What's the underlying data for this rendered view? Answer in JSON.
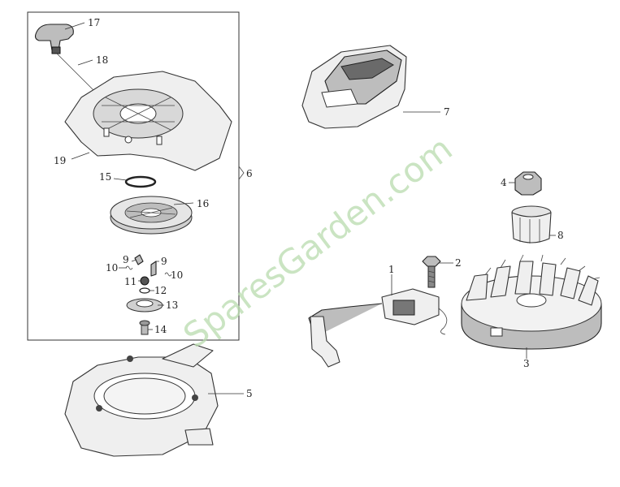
{
  "watermark": "SparesGarden.com",
  "labels": {
    "p1": "1",
    "p2": "2",
    "p3": "3",
    "p4": "4",
    "p5": "5",
    "p6": "6",
    "p7": "7",
    "p8": "8",
    "p9a": "9",
    "p9b": "9",
    "p10a": "10",
    "p10b": "10",
    "p11": "11",
    "p12": "12",
    "p13": "13",
    "p14": "14",
    "p15": "15",
    "p16": "16",
    "p17": "17",
    "p18": "18",
    "p19": "19"
  }
}
